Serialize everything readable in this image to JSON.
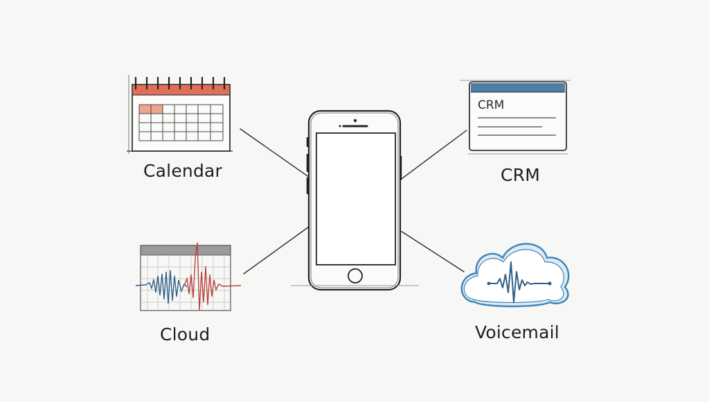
{
  "nodes": {
    "calendar": {
      "label": "Calendar"
    },
    "crm": {
      "label": "CRM",
      "window_title": "CRM"
    },
    "cloud": {
      "label": "Cloud"
    },
    "voicemail": {
      "label": "Voicemail"
    }
  },
  "colors": {
    "calendar_header": "#e0705a",
    "crm_titlebar": "#4f7ea3",
    "waveform_red": "#b8433a",
    "waveform_blue": "#2f5f86",
    "cloud_outline": "#3f83b4",
    "ink": "#2a2a2a"
  }
}
